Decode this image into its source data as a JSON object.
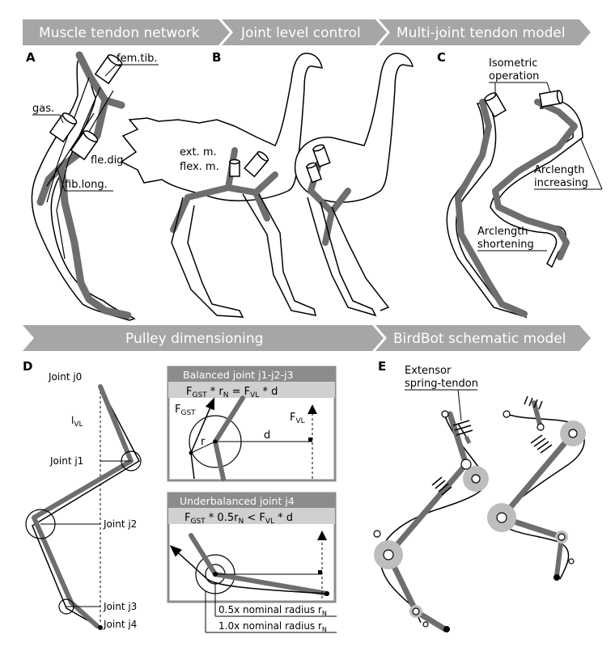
{
  "banners": {
    "muscle_tendon_network": "Muscle tendon network",
    "joint_level_control": "Joint level control",
    "multi_joint_tendon_model": "Multi-joint tendon model",
    "pulley_dimensioning": "Pulley dimensioning",
    "birdbot_schematic_model": "BirdBot schematic model"
  },
  "panels": {
    "a": "A",
    "b": "B",
    "c": "C",
    "d": "D",
    "e": "E"
  },
  "panel_a": {
    "fem_tib": "fem.tib.",
    "gas": "gas.",
    "fle_dig": "fle.dig.",
    "fib_long": "fib.long."
  },
  "panel_b": {
    "ext_m": "ext. m.",
    "flex_m": "flex. m."
  },
  "panel_c": {
    "isometric_1": "Isometric",
    "isometric_2": "operation",
    "arclength_inc_1": "Arclength",
    "arclength_inc_2": "increasing",
    "arclength_short_1": "Arclength",
    "arclength_short_2": "shortening"
  },
  "panel_d": {
    "joint_j0": "Joint j0",
    "joint_j1": "Joint j1",
    "joint_j2": "Joint j2",
    "joint_j3": "Joint j3",
    "joint_j4": "Joint j4",
    "l_vl_main": "l",
    "l_vl_sub": "VL",
    "balanced_title": "Balanced joint j1-j2-j3",
    "balanced_eq": {
      "f1": "F",
      "s1": "GST",
      "t1": " * r",
      "s2": "N",
      "t2": " = F",
      "s3": "VL",
      "t3": " * d"
    },
    "f_gst": "F",
    "f_gst_sub": "GST",
    "f_vl": "F",
    "f_vl_sub": "VL",
    "r": "r",
    "d": "d",
    "underbalanced_title": "Underbalanced joint j4",
    "underbalanced_eq": {
      "f1": "F",
      "s1": "GST",
      "t1": " * 0.5r",
      "s2": "N",
      "t2": " < F",
      "s3": "VL",
      "t3": " * d"
    },
    "radius_half": "0.5x nominal radius r",
    "radius_half_sub": "N",
    "radius_full": "1.0x nominal radius r",
    "radius_full_sub": "N"
  },
  "panel_e": {
    "extensor_1": "Extensor",
    "extensor_2": "spring-tendon"
  },
  "colors": {
    "banner": "#a6a6a6",
    "bone": "#6e6e6e",
    "pulley": "#bdbdbd",
    "box_header": "#8c8c8c"
  }
}
